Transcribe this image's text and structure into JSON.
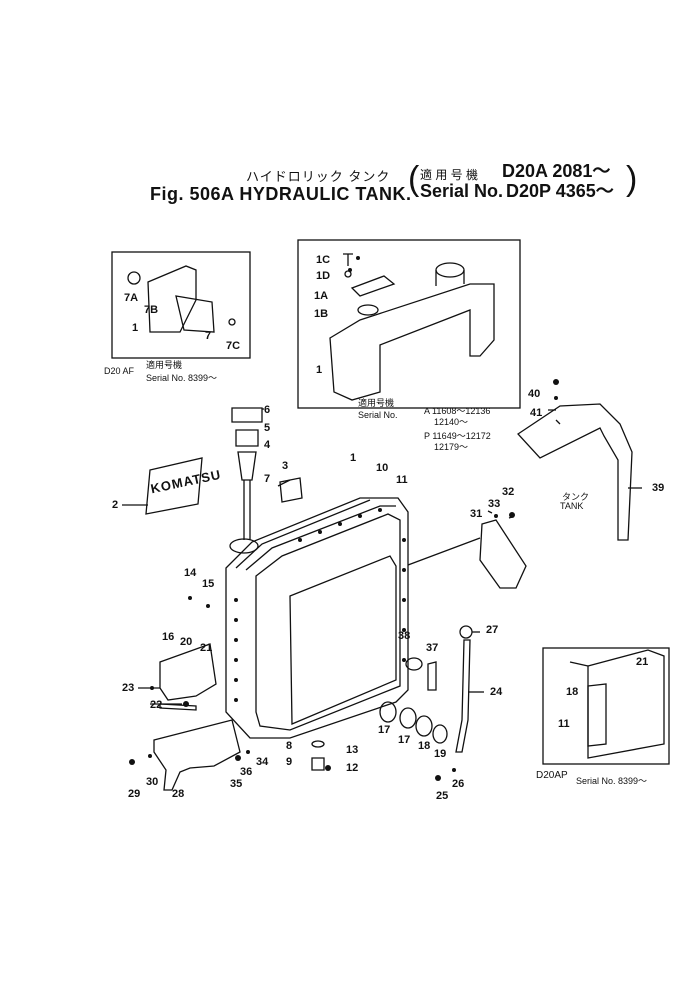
{
  "header": {
    "title_jp": "ハイドロリック タンク",
    "title_en": "Fig. 506A HYDRAULIC TANK.",
    "applicable_jp": "適 用 号 機",
    "model_line1": "D20A 2081～",
    "serial_prefix": "Serial No.",
    "model_line2": "D20P 4365～"
  },
  "inset_left": {
    "model": "D20 AF",
    "jp": "適用号機",
    "serial": "Serial No. 8399～",
    "parts": [
      "7A",
      "7B",
      "7",
      "7C",
      "1"
    ]
  },
  "inset_top": {
    "jp": "適用号機",
    "serial": "Serial No.",
    "range_a_1": "A 11608～12136",
    "range_a_2": "12140～",
    "range_p_1": "P 11649～12172",
    "range_p_2": "12179～",
    "parts": [
      "1C",
      "1D",
      "1A",
      "1B",
      "1"
    ]
  },
  "inset_right": {
    "model": "D20AP",
    "serial": "Serial No. 8399～",
    "parts": [
      "21",
      "18",
      "11"
    ]
  },
  "tank_note": {
    "jp": "タンク",
    "en": "TANK"
  },
  "logo_text": "KOMATSU",
  "parts_main": [
    "1",
    "2",
    "3",
    "4",
    "5",
    "6",
    "7",
    "10",
    "11",
    "12",
    "13",
    "14",
    "15",
    "16",
    "17",
    "17",
    "18",
    "19",
    "20",
    "21",
    "22",
    "23",
    "24",
    "25",
    "26",
    "27",
    "28",
    "29",
    "30",
    "31",
    "32",
    "33",
    "34",
    "35",
    "36",
    "37",
    "38",
    "39",
    "40",
    "41",
    "8",
    "9"
  ]
}
